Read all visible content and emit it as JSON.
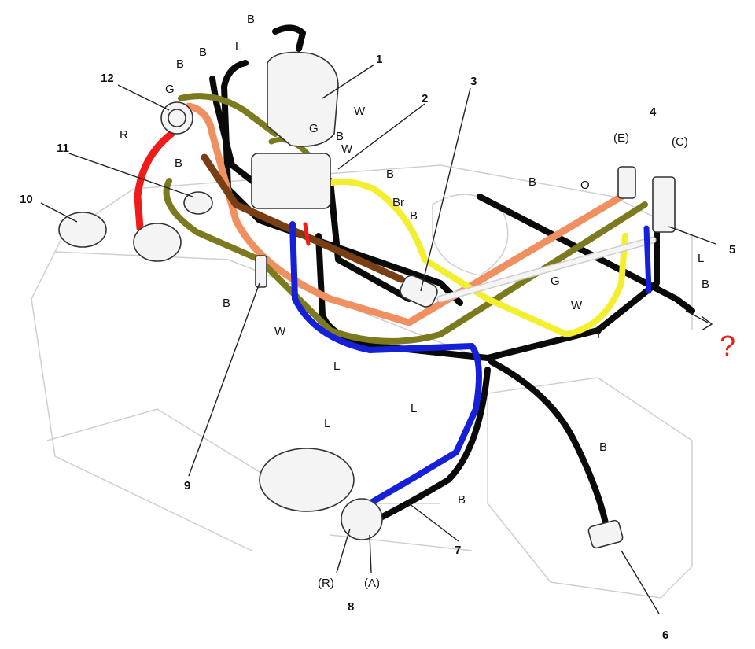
{
  "callouts": {
    "n1": "1",
    "n2": "2",
    "n3": "3",
    "n4": "4",
    "n5": "5",
    "n6": "6",
    "n7": "7",
    "n8": "8",
    "n9": "9",
    "n10": "10",
    "n11": "11",
    "n12": "12"
  },
  "ports": {
    "E": "(E)",
    "C": "(C)",
    "R": "(R)",
    "A": "(A)"
  },
  "hose_codes": {
    "B": "B",
    "L": "L",
    "W": "W",
    "G": "G",
    "R": "R",
    "O": "O",
    "Br": "Br",
    "Y": "Y"
  },
  "unknown_marker": "?",
  "colors": {
    "B": "#0a0a0a",
    "L": "#1520d8",
    "W": "#f2f2f2",
    "G": "#7b7a1e",
    "R": "#f21b1b",
    "O": "#f09060",
    "Br": "#7a3e14",
    "Y": "#f3ee2e",
    "purple": "#8e3fd0",
    "question": "#e8211a"
  }
}
